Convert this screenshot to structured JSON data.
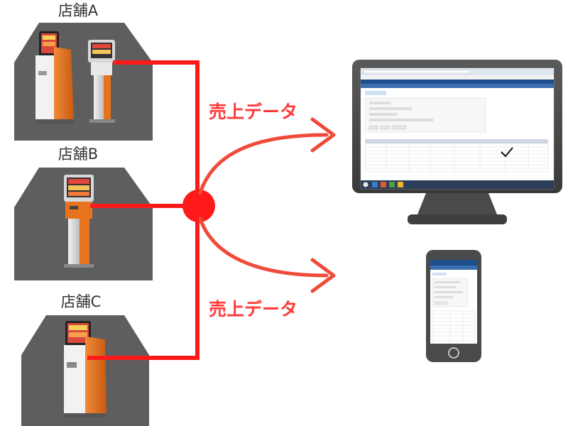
{
  "stores": [
    {
      "label": "店舗A"
    },
    {
      "label": "店舗B"
    },
    {
      "label": "店舗C"
    }
  ],
  "flows": [
    {
      "label": "売上データ"
    },
    {
      "label": "売上データ"
    }
  ],
  "colors": {
    "line": "#ff1a1a",
    "arrow": "#f04a3a",
    "house": "#5e5e5e",
    "kiosk_orange": "#e8731f",
    "kiosk_gray": "#d9d9d9",
    "monitor": "#4a4a4a",
    "screen_header": "#1f4e8c"
  },
  "icons": [
    "house-icon",
    "kiosk-icon",
    "monitor-icon",
    "smartphone-icon"
  ]
}
